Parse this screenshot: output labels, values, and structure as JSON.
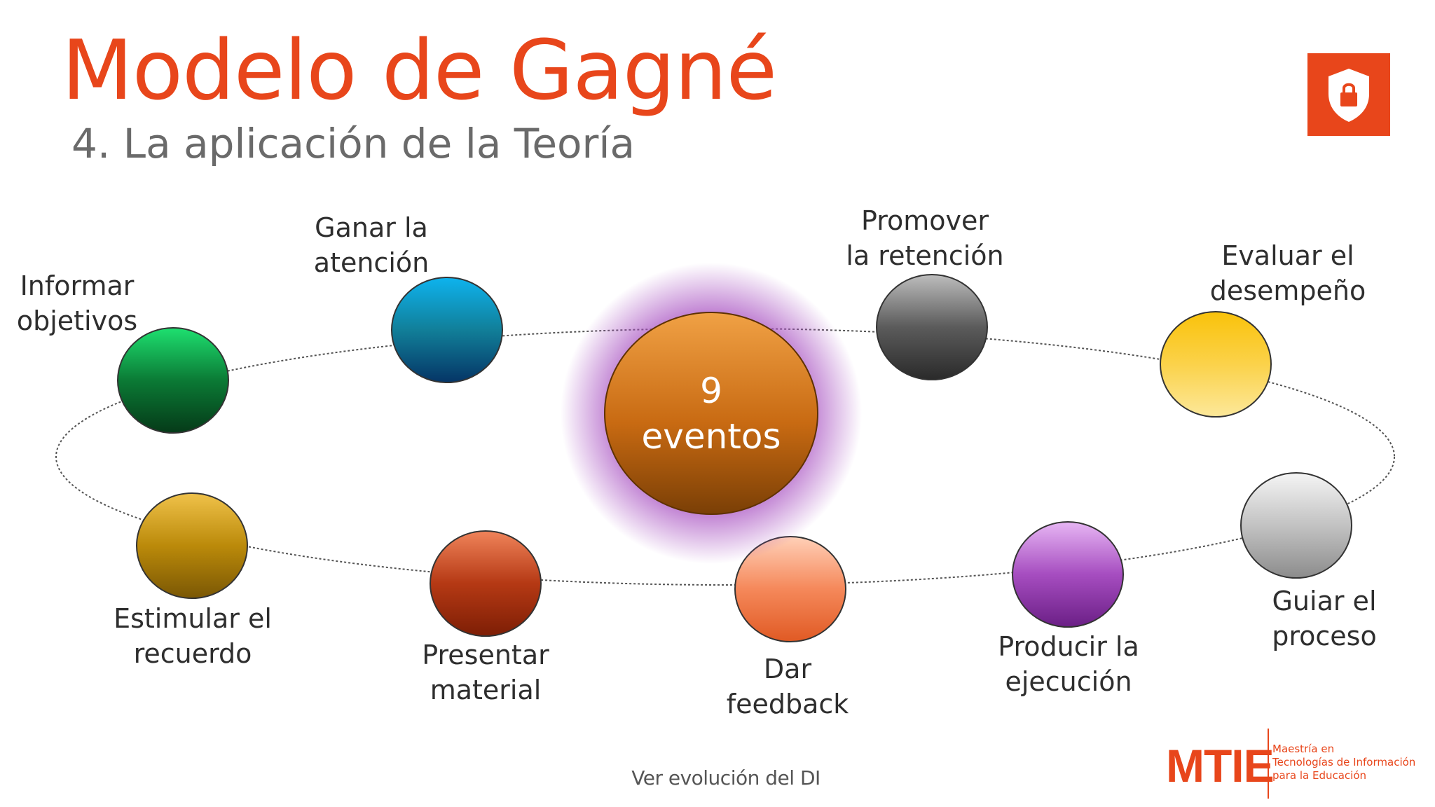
{
  "header": {
    "title": "Modelo de Gagné",
    "subtitle": "4. La aplicación de la Teoría"
  },
  "badge": {
    "icon": "shield-lock-icon",
    "color": "#E8461B"
  },
  "center": {
    "line1": "9",
    "line2": "eventos"
  },
  "events": [
    {
      "label": "Informar\nobjetivos",
      "icon": "green-sphere"
    },
    {
      "label": "Ganar la\natención",
      "icon": "blue-sphere"
    },
    {
      "label": "Promover\nla retención",
      "icon": "dark-gray-sphere"
    },
    {
      "label": "Evaluar el\ndesempeño",
      "icon": "yellow-sphere"
    },
    {
      "label": "Guiar el\nproceso",
      "icon": "light-gray-sphere"
    },
    {
      "label": "Producir la\nejecución",
      "icon": "purple-sphere"
    },
    {
      "label": "Dar\nfeedback",
      "icon": "salmon-sphere"
    },
    {
      "label": "Presentar\nmaterial",
      "icon": "red-sphere"
    },
    {
      "label": "Estimular el\nrecuerdo",
      "icon": "gold-sphere"
    }
  ],
  "footer": {
    "link_text": "Ver evolución del DI"
  },
  "logo": {
    "mark": "MTIE",
    "tagline": "Maestría en\nTecnologías de Información\npara la Educación"
  },
  "colors": {
    "accent": "#E8461B",
    "title": "#E8461B",
    "center_glow": "#A64DC0",
    "center_sphere": "#C86A12",
    "orbit": "#555555"
  }
}
